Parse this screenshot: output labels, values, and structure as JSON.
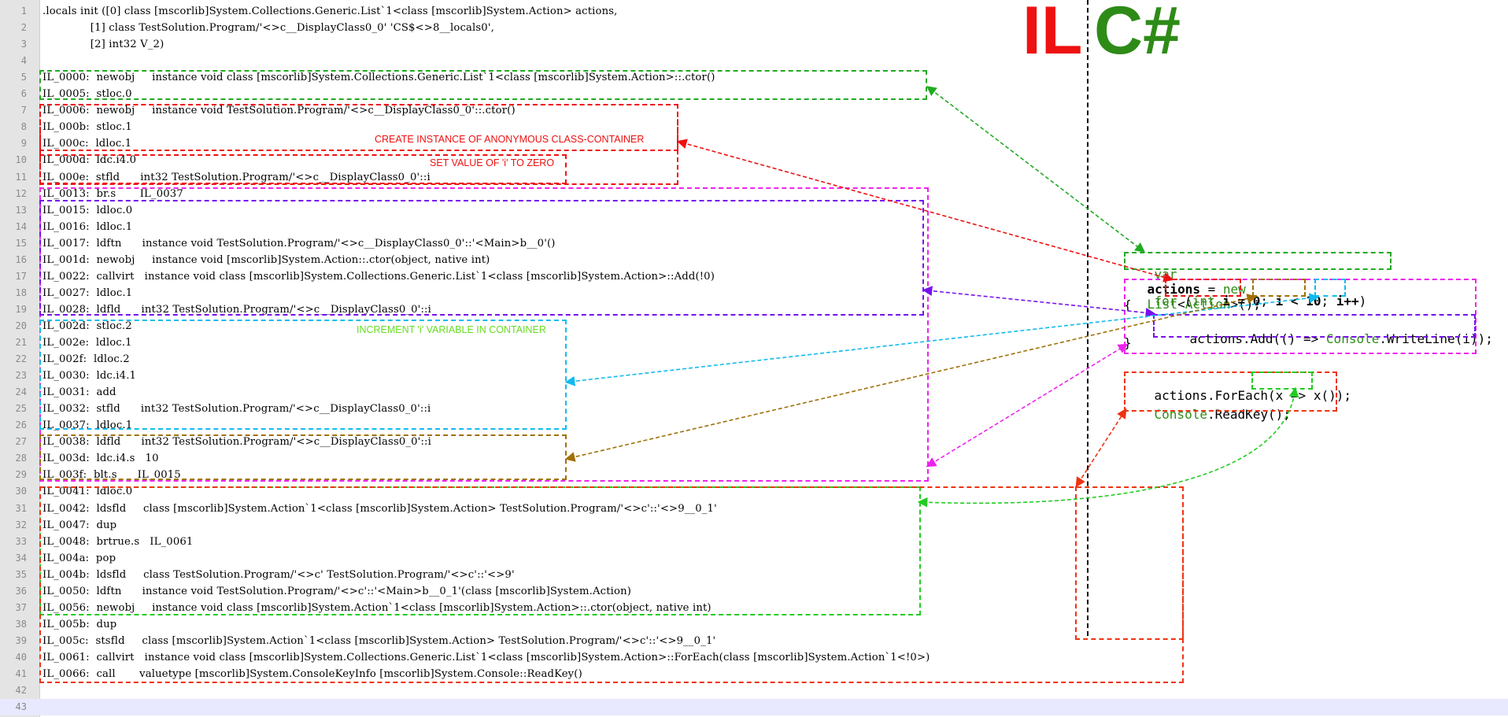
{
  "titles": {
    "il": "IL",
    "cs": "C#"
  },
  "il_lines": [
    ".locals init ([0] class [mscorlib]System.Collections.Generic.List`1<class [mscorlib]System.Action> actions,",
    "              [1] class TestSolution.Program/'<>c__DisplayClass0_0' 'CS$<>8__locals0',",
    "              [2] int32 V_2)",
    "",
    "IL_0000:  newobj     instance void class [mscorlib]System.Collections.Generic.List`1<class [mscorlib]System.Action>::.ctor()",
    "IL_0005:  stloc.0",
    "IL_0006:  newobj     instance void TestSolution.Program/'<>c__DisplayClass0_0'::.ctor()",
    "IL_000b:  stloc.1",
    "IL_000c:  ldloc.1",
    "IL_000d:  ldc.i4.0",
    "IL_000e:  stfld      int32 TestSolution.Program/'<>c__DisplayClass0_0'::i",
    "IL_0013:  br.s       IL_0037",
    "IL_0015:  ldloc.0",
    "IL_0016:  ldloc.1",
    "IL_0017:  ldftn      instance void TestSolution.Program/'<>c__DisplayClass0_0'::'<Main>b__0'()",
    "IL_001d:  newobj     instance void [mscorlib]System.Action::.ctor(object, native int)",
    "IL_0022:  callvirt   instance void class [mscorlib]System.Collections.Generic.List`1<class [mscorlib]System.Action>::Add(!0)",
    "IL_0027:  ldloc.1",
    "IL_0028:  ldfld      int32 TestSolution.Program/'<>c__DisplayClass0_0'::i",
    "IL_002d:  stloc.2",
    "IL_002e:  ldloc.1",
    "IL_002f:  ldloc.2",
    "IL_0030:  ldc.i4.1",
    "IL_0031:  add",
    "IL_0032:  stfld      int32 TestSolution.Program/'<>c__DisplayClass0_0'::i",
    "IL_0037:  ldloc.1",
    "IL_0038:  ldfld      int32 TestSolution.Program/'<>c__DisplayClass0_0'::i",
    "IL_003d:  ldc.i4.s   10",
    "IL_003f:  blt.s      IL_0015",
    "IL_0041:  ldloc.0",
    "IL_0042:  ldsfld     class [mscorlib]System.Action`1<class [mscorlib]System.Action> TestSolution.Program/'<>c'::'<>9__0_1'",
    "IL_0047:  dup",
    "IL_0048:  brtrue.s   IL_0061",
    "IL_004a:  pop",
    "IL_004b:  ldsfld     class TestSolution.Program/'<>c' TestSolution.Program/'<>c'::'<>9'",
    "IL_0050:  ldftn      instance void TestSolution.Program/'<>c'::'<Main>b__0_1'(class [mscorlib]System.Action)",
    "IL_0056:  newobj     instance void class [mscorlib]System.Action`1<class [mscorlib]System.Action>::.ctor(object, native int)",
    "IL_005b:  dup",
    "IL_005c:  stsfld     class [mscorlib]System.Action`1<class [mscorlib]System.Action> TestSolution.Program/'<>c'::'<>9__0_1'",
    "IL_0061:  callvirt   instance void class [mscorlib]System.Collections.Generic.List`1<class [mscorlib]System.Action>::ForEach(class [mscorlib]System.Action`1<!0>)",
    "IL_0066:  call       valuetype [mscorlib]System.ConsoleKeyInfo [mscorlib]System.Console::ReadKey()",
    "",
    ""
  ],
  "annotations": {
    "create_instance": "CREATE INSTANCE OF ANONYMOUS CLASS-CONTAINER",
    "set_zero": "SET VALUE OF 'i' TO ZERO",
    "increment": "INCREMENT 'i' VARIABLE IN CONTAINER"
  },
  "csharp": {
    "line1": {
      "kw_var": "var",
      "name": "actions",
      "eq": " = ",
      "kw_new": "new",
      "type1": "List",
      "lt": "<",
      "type2": "Action",
      "rest": ">();"
    },
    "line2": {
      "kw_for": "for",
      "open": " (",
      "kw_int": "int",
      "init": " i = 0",
      "sep1": "; ",
      "cond": "i < 10",
      "sep2": "; ",
      "incr": "i++",
      "close": ")"
    },
    "line3": "{",
    "line4": {
      "a": "actions.Add(() => ",
      "type": "Console",
      "b": ".WriteLine(i));"
    },
    "line5": "}",
    "line6": {
      "a": "actions.ForEach(",
      "lambda": "x => x()",
      "b": ");"
    },
    "line7": {
      "type": "Console",
      "b": ".ReadKey();"
    }
  },
  "colors": {
    "green": "#22aa22",
    "red": "#ee1111",
    "magenta": "#ee22ee",
    "purple": "#7711ee",
    "cyan": "#11bbee",
    "brown": "#a0700a",
    "lime": "#22cc22",
    "orange": "#ee3311"
  }
}
